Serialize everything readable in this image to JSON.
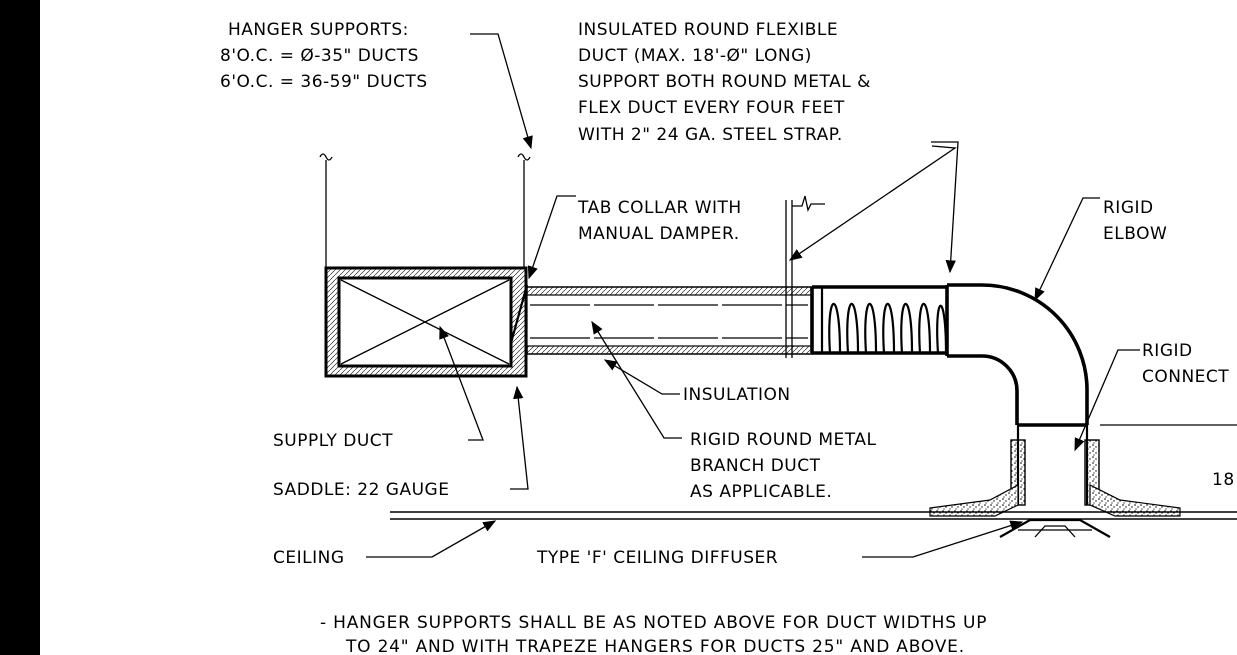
{
  "labels": {
    "hanger_title": "HANGER SUPPORTS:",
    "hanger_line1": "8'O.C. = Ø-35\" DUCTS",
    "hanger_line2": "6'O.C. = 36-59\" DUCTS",
    "flex_line1": "INSULATED ROUND FLEXIBLE",
    "flex_line2": "DUCT (MAX. 18'-Ø\" LONG)",
    "flex_line3": "SUPPORT BOTH ROUND METAL &",
    "flex_line4": "FLEX DUCT EVERY FOUR FEET",
    "flex_line5": "WITH 2\" 24 GA. STEEL STRAP.",
    "tab_line1": "TAB COLLAR WITH",
    "tab_line2": "MANUAL DAMPER.",
    "rigid_elbow_line1": "RIGID",
    "rigid_elbow_line2": "ELBOW",
    "rigid_conn_line1": "RIGID",
    "rigid_conn_line2": "CONNECT",
    "insulation": "INSULATION",
    "branch_line1": "RIGID ROUND METAL",
    "branch_line2": "BRANCH DUCT",
    "branch_line3": "AS APPLICABLE.",
    "supply_duct": "SUPPLY DUCT",
    "saddle": "SADDLE: 22 GAUGE",
    "dim_18": "18",
    "ceiling": "CEILING",
    "diffuser": "TYPE 'F' CEILING DIFFUSER"
  },
  "notes": {
    "line1": "- HANGER SUPPORTS SHALL BE AS NOTED ABOVE FOR DUCT WIDTHS UP",
    "line2": "TO 24\" AND WITH TRAPEZE HANGERS FOR DUCTS 25\" AND ABOVE."
  },
  "colors": {
    "ink": "#000000",
    "paper": "#ffffff"
  }
}
